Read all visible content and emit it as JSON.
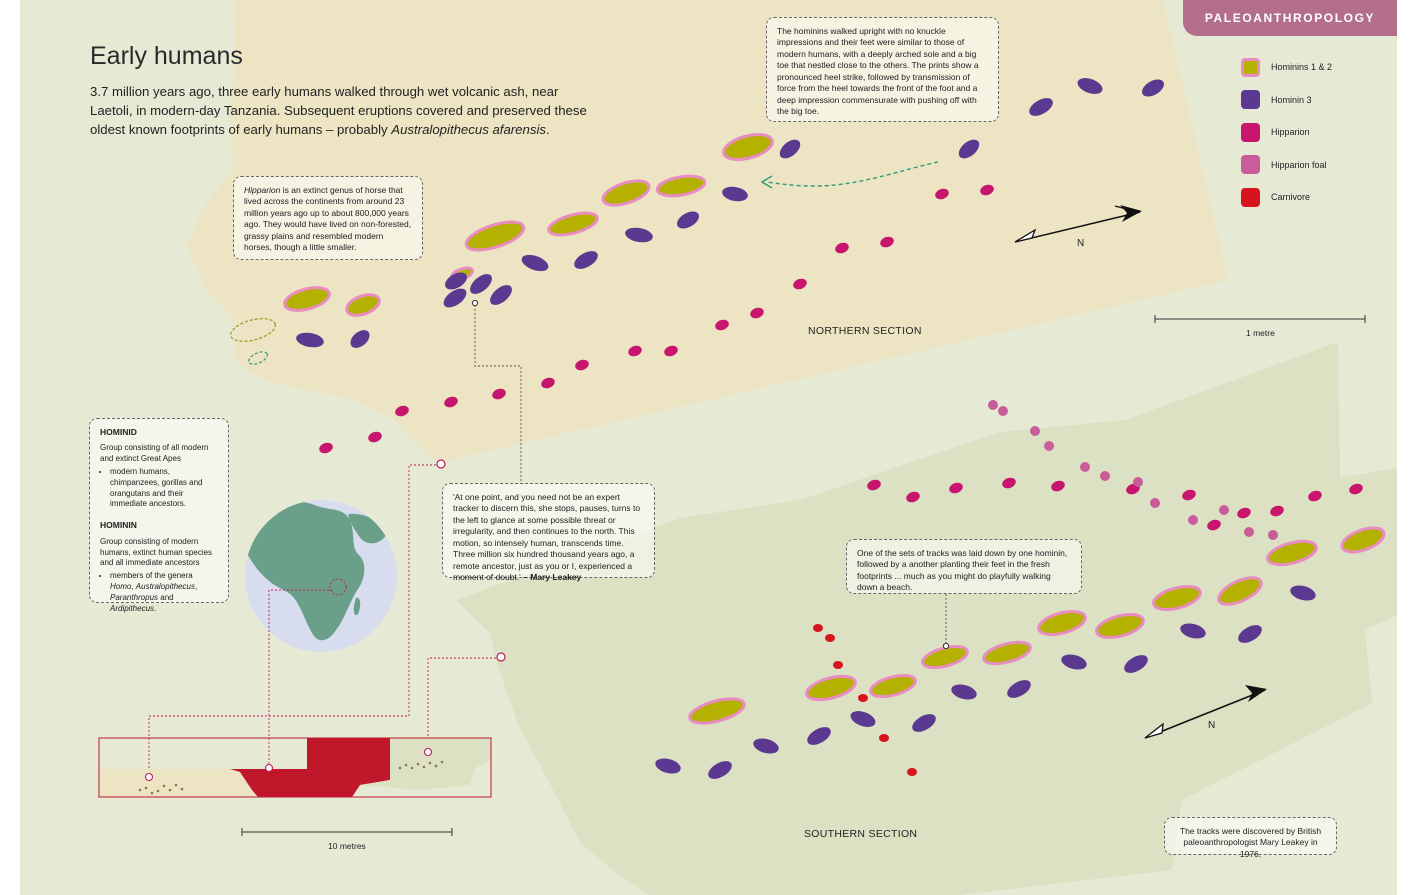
{
  "header": {
    "badge": "PALEOANTHROPOLOGY",
    "title": "Early humans",
    "intro_part1": "3.7 million years ago, three early humans walked through wet volcanic ash, near Laetoli, in modern-day Tanzania. Subsequent eruptions covered and preserved these oldest known footprints of early humans – probably ",
    "intro_species": "Australopithecus afarensis",
    "intro_end": "."
  },
  "legend": [
    {
      "label": "Hominins 1 & 2",
      "color": "#b5b100",
      "border": "#e88cc2"
    },
    {
      "label": "Hominin 3",
      "color": "#5b3990",
      "border": ""
    },
    {
      "label": "Hipparion",
      "color": "#c8156e",
      "border": ""
    },
    {
      "label": "Hipparion foal",
      "color": "#c95d9b",
      "border": ""
    },
    {
      "label": "Carnivore",
      "color": "#d7141d",
      "border": ""
    }
  ],
  "callouts": {
    "hipparion_em": "Hipparion",
    "hipparion_rest": " is an extinct genus of horse that lived across the continents from around 23 million years ago up to about 800,000 years ago. They would have lived on non-forested, grassy plains and resembled modern horses, though a little smaller.",
    "hominins": "The hominins walked upright with no knuckle impressions and their feet were similar to those of modern humans, with a deeply arched sole and a big toe that nestled close to the others. The prints show a pronounced heel strike, followed by transmission of force from the heel towards the front of the foot and a deep impression commensurate with pushing off with the big toe.",
    "quote": "'At one point, and you need not be an expert tracker to discern this, she stops, pauses, turns to the left to glance at some possible threat or irregularity, and then continues to the north. This motion, so intensely human, transcends time. Three million six hundred thousand years ago, a remote ancestor, just as you or I, experienced a moment of doubt.'",
    "quote_author": " – Mary Leakey",
    "playful": "One of the sets of tracks was laid down by one hominin, followed by a another planting their feet in the fresh footprints ... much as you might do playfully walking down a beach.",
    "discovered": "The tracks were discovered by British paleoanthropologist Mary Leakey in 1976."
  },
  "definitions": {
    "hominid_title": "HOMINID",
    "hominid_text": "Group consisting of all modern and extinct Great Apes",
    "hominid_bullet": "modern humans, chimpanzees, gorillas and orangutans and their immediate ancestors.",
    "hominin_title": "HOMININ",
    "hominin_text": "Group consisting of modern humans, extinct human species and all immediate ancestors",
    "hominin_bullet_a": "members of the genera ",
    "hominin_bullet_homo": "Homo",
    "hominin_bullet_sep1": ", ",
    "hominin_bullet_australo": "Australopithecus",
    "hominin_bullet_sep2": ", ",
    "hominin_bullet_paran": "Paranthropus",
    "hominin_bullet_and": " and ",
    "hominin_bullet_ardi": "Ardipithecus",
    "hominin_bullet_end": "."
  },
  "map": {
    "northern_label": "NORTHERN SECTION",
    "southern_label": "SOUTHERN SECTION",
    "north_arrow_label": "N",
    "scale_1m": "1 metre",
    "scale_10m": "10 metres"
  },
  "colors": {
    "north_slab": "#ece4c2",
    "south_slab": "#dbe1c2",
    "background": "#e6ead5",
    "hominin12": "#b5b100",
    "hominin12_outline": "#e88cc2",
    "hominin3": "#5b3990",
    "hipparion": "#c8156e",
    "foal": "#c95d9b",
    "carnivore": "#d7141d",
    "ocean": "#d8dcef",
    "land": "#6aa08a",
    "badge": "#b26e8a"
  }
}
